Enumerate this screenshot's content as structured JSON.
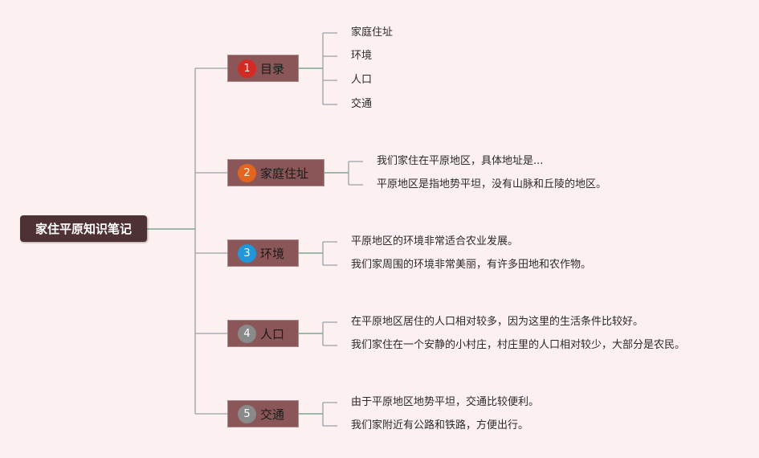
{
  "root": {
    "label": "家住平原知识笔记"
  },
  "branches": [
    {
      "num": "1",
      "label": "目录",
      "badge_color": "#d42a24",
      "children": [
        "家庭住址",
        "环境",
        "人口",
        "交通"
      ]
    },
    {
      "num": "2",
      "label": "家庭住址",
      "badge_color": "#e2661f",
      "children": [
        "我们家住在平原地区，具体地址是...",
        "平原地区是指地势平坦，没有山脉和丘陵的地区。"
      ]
    },
    {
      "num": "3",
      "label": "环境",
      "badge_color": "#2196d9",
      "children": [
        "平原地区的环境非常适合农业发展。",
        "我们家周围的环境非常美丽，有许多田地和农作物。"
      ]
    },
    {
      "num": "4",
      "label": "人口",
      "badge_color": "#8a8a8a",
      "children": [
        "在平原地区居住的人口相对较多，因为这里的生活条件比较好。",
        "我们家住在一个安静的小村庄，村庄里的人口相对较少，大部分是农民。"
      ]
    },
    {
      "num": "5",
      "label": "交通",
      "badge_color": "#8a8a8a",
      "children": [
        "由于平原地区地势平坦，交通比较便利。",
        "我们家附近有公路和铁路，方便出行。"
      ]
    }
  ],
  "colors": {
    "background": "#fdf0f0",
    "root": "#4e3134",
    "branch": "#8b5658",
    "connector_root": "#5e9a80",
    "connector": "#9aa0a4"
  }
}
